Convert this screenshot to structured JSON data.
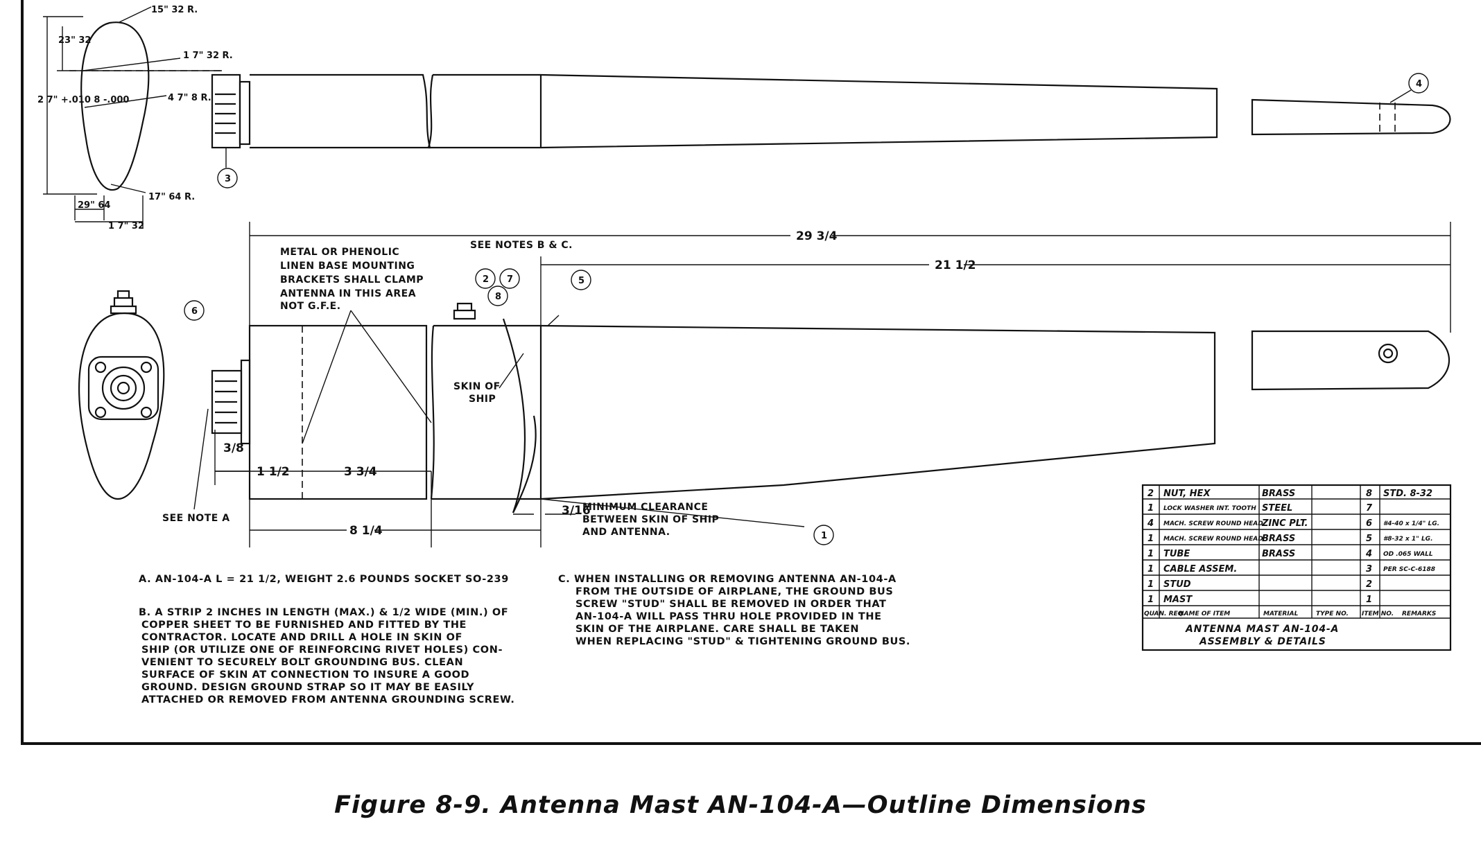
{
  "caption": "Figure 8-9.   Antenna Mast AN-104-A—Outline Dimensions",
  "section_view": {
    "r1": "15\" 32 R.",
    "r2": "1 7\" 32 R.",
    "r3": "4 7\" 8 R.",
    "r4": "17\" 64 R.",
    "w_top": "23\" 32",
    "h_total": "2 7\" +.010 8 -.000",
    "w_bot1": "29\" 64",
    "w_bot2": "1 7\" 32"
  },
  "dimensions": {
    "overall": "29 3/4",
    "mast": "21 1/2",
    "d_3_8": "3/8",
    "d_1_1_2": "1 1/2",
    "d_3_3_4": "3 3/4",
    "d_8_1_4": "8 1/4",
    "d_3_16": "3/16"
  },
  "labels": {
    "bracket_note": [
      "METAL OR PHENOLIC",
      "LINEN BASE MOUNTING",
      "BRACKETS SHALL CLAMP",
      "ANTENNA IN THIS AREA",
      "NOT G.F.E."
    ],
    "see_notes_bc": "SEE NOTES  B & C.",
    "skin_of_ship": [
      "SKIN OF",
      "SHIP"
    ],
    "see_note_a": "SEE NOTE A",
    "clearance": [
      "MINIMUM CLEARANCE",
      "BETWEEN SKIN OF SHIP",
      "AND ANTENNA."
    ]
  },
  "balloons": [
    "1",
    "2",
    "3",
    "4",
    "5",
    "6",
    "7",
    "8"
  ],
  "notes": {
    "a": "A.  AN-104-A  L = 21 1/2, WEIGHT 2.6 POUNDS SOCKET SO-239",
    "b": [
      "B.  A STRIP 2 INCHES IN LENGTH (MAX.) & 1/2 WIDE (MIN.) OF",
      "COPPER SHEET TO BE FURNISHED AND FITTED BY THE",
      "CONTRACTOR. LOCATE AND DRILL A HOLE IN SKIN OF",
      "SHIP (OR UTILIZE ONE OF REINFORCING RIVET HOLES) CON-",
      "VENIENT TO SECURELY BOLT GROUNDING BUS. CLEAN",
      "SURFACE OF SKIN AT CONNECTION TO INSURE A GOOD",
      "GROUND. DESIGN GROUND STRAP SO IT MAY BE EASILY",
      "ATTACHED OR REMOVED FROM ANTENNA GROUNDING SCREW."
    ],
    "c": [
      "C.  WHEN INSTALLING OR REMOVING ANTENNA AN-104-A",
      "FROM THE OUTSIDE OF AIRPLANE, THE GROUND BUS",
      "SCREW \"STUD\" SHALL BE REMOVED IN ORDER THAT",
      "AN-104-A WILL PASS THRU HOLE PROVIDED IN THE",
      "SKIN OF THE AIRPLANE. CARE SHALL BE TAKEN",
      "WHEN REPLACING \"STUD\" & TIGHTENING GROUND BUS."
    ]
  },
  "parts_table": {
    "rows": [
      {
        "qty": "2",
        "name": "NUT, HEX",
        "material": "BRASS",
        "part": "8",
        "spec": "STD. 8-32"
      },
      {
        "qty": "1",
        "name": "LOCK WASHER INT. TOOTH",
        "material": "STEEL",
        "part": "7",
        "spec": ""
      },
      {
        "qty": "4",
        "name": "MACH. SCREW ROUND HEAD",
        "material": "ZINC PLT.",
        "part": "6",
        "spec": "#4-40 x 1/4\" LG."
      },
      {
        "qty": "1",
        "name": "MACH. SCREW ROUND HEAD",
        "material": "BRASS",
        "part": "5",
        "spec": "#8-32 x 1\" LG."
      },
      {
        "qty": "1",
        "name": "TUBE",
        "material": "BRASS",
        "part": "4",
        "spec": "OD .065 WALL"
      },
      {
        "qty": "1",
        "name": "CABLE ASSEM.",
        "material": "",
        "part": "3",
        "spec": "PER SC-C-6188"
      },
      {
        "qty": "1",
        "name": "STUD",
        "material": "",
        "part": "2",
        "spec": ""
      },
      {
        "qty": "1",
        "name": "MAST",
        "material": "",
        "part": "1",
        "spec": ""
      }
    ],
    "header": [
      "QUAN. REQ.",
      "NAME OF ITEM",
      "MATERIAL",
      "TYPE NO.",
      "ITEM NO.",
      "REMARKS"
    ],
    "title": [
      "ANTENNA MAST AN-104-A",
      "ASSEMBLY & DETAILS"
    ]
  }
}
